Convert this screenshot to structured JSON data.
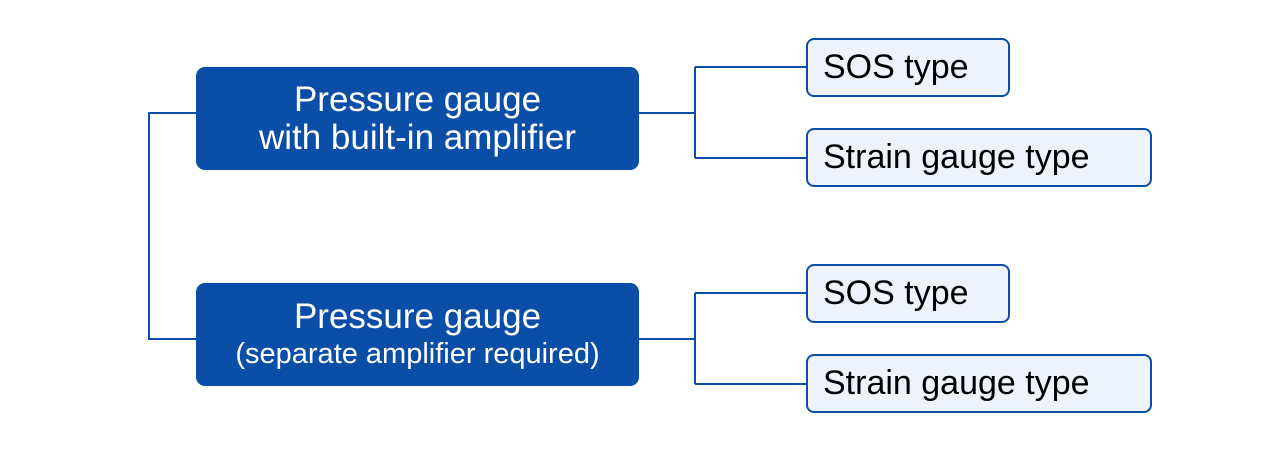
{
  "colors": {
    "primary_fill": "#0a4ea8",
    "leaf_fill": "#eef2fb",
    "connector": "#0a4ea8"
  },
  "groups": [
    {
      "title_line1": "Pressure gauge",
      "title_line2": "with built-in amplifier",
      "leaves": [
        {
          "label": "SOS type"
        },
        {
          "label": "Strain gauge type"
        }
      ]
    },
    {
      "title_line1": "Pressure gauge",
      "title_line2": "(separate amplifier required)",
      "leaves": [
        {
          "label": "SOS type"
        },
        {
          "label": "Strain gauge type"
        }
      ]
    }
  ]
}
